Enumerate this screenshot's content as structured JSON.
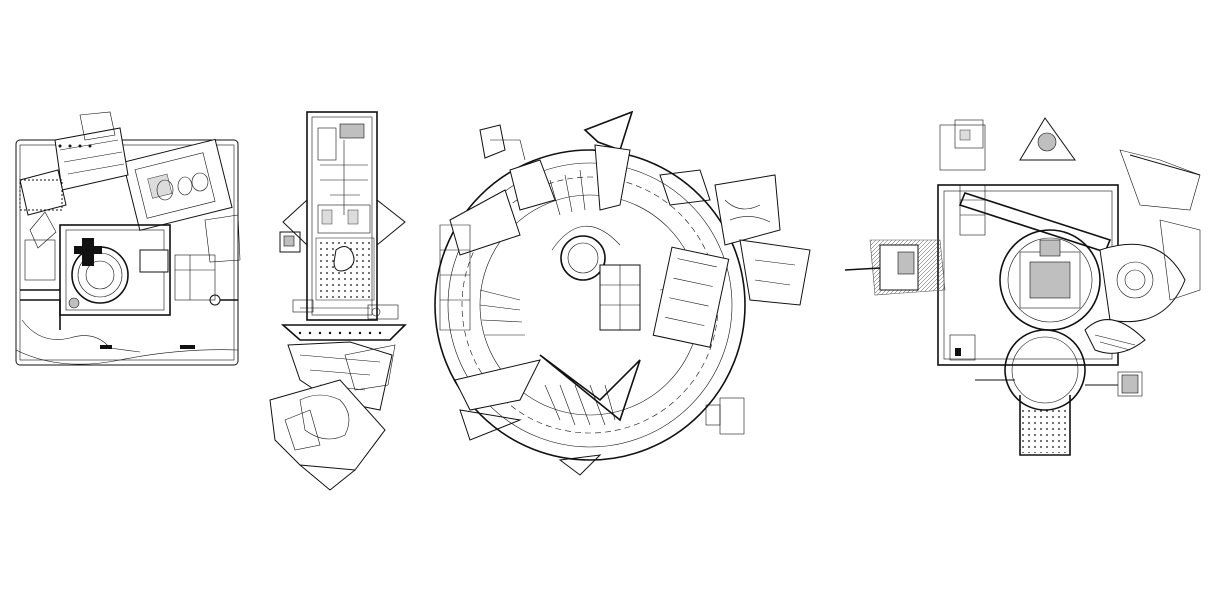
{
  "sheet": {
    "background": "#ffffff",
    "ink": "#111111",
    "tone": "#bfbfbf"
  },
  "plans": [
    {
      "id": "plan-1",
      "description_icon": "collage-site-plan-rectangular"
    },
    {
      "id": "plan-2",
      "description_icon": "collage-site-plan-tall"
    },
    {
      "id": "plan-3",
      "description_icon": "collage-site-plan-circular"
    },
    {
      "id": "plan-4",
      "description_icon": "collage-site-plan-rotunda"
    }
  ]
}
